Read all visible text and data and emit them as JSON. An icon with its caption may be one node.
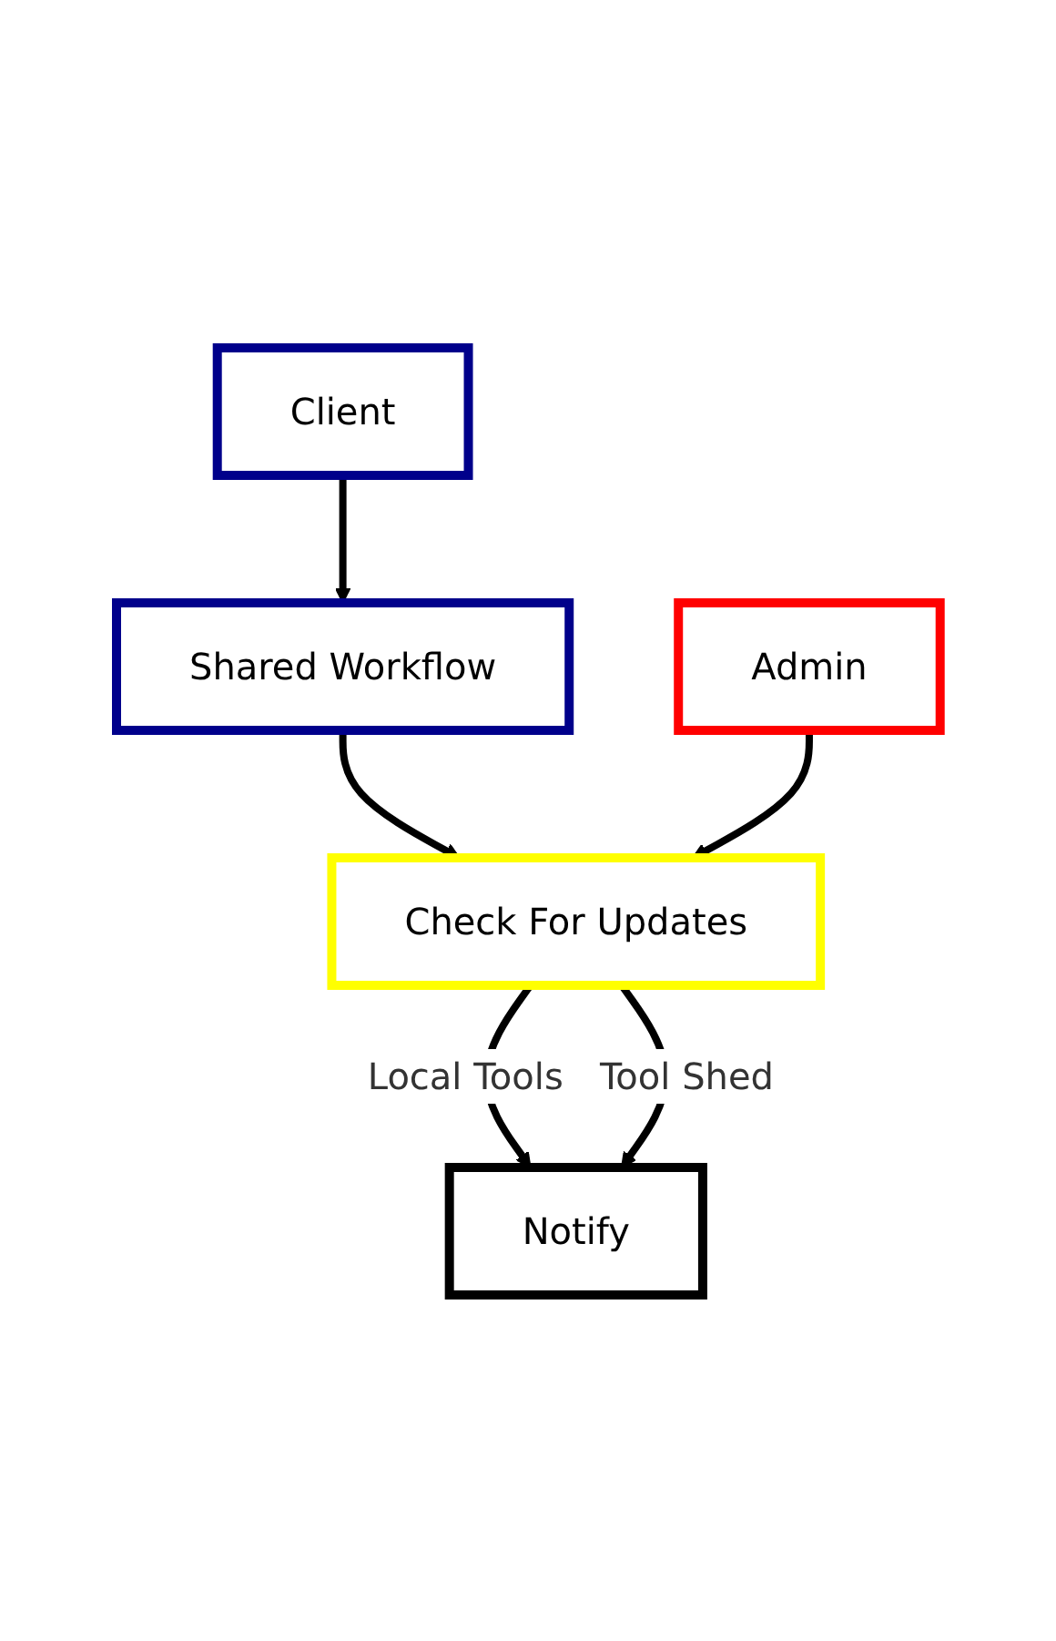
{
  "diagram": {
    "nodes": [
      {
        "text": [
          "Client"
        ]
      },
      {
        "text": [
          "Shared Workflow"
        ]
      },
      {
        "text": [
          "Admin"
        ]
      },
      {
        "text": [
          "Check For Updates"
        ]
      },
      {
        "text": [
          "Notify"
        ]
      }
    ],
    "edges": [
      {
        "from": 0,
        "to": 1,
        "arrow": "to"
      },
      {
        "from": 1,
        "to": 3,
        "arrow": "to"
      },
      {
        "from": 2,
        "to": 3,
        "arrow": "to"
      },
      {
        "from": 3,
        "to": 4,
        "arrow": "to",
        "label": "Local Tools"
      },
      {
        "from": 3,
        "to": 4,
        "arrow": "to",
        "label": "Tool Shed"
      }
    ]
  }
}
